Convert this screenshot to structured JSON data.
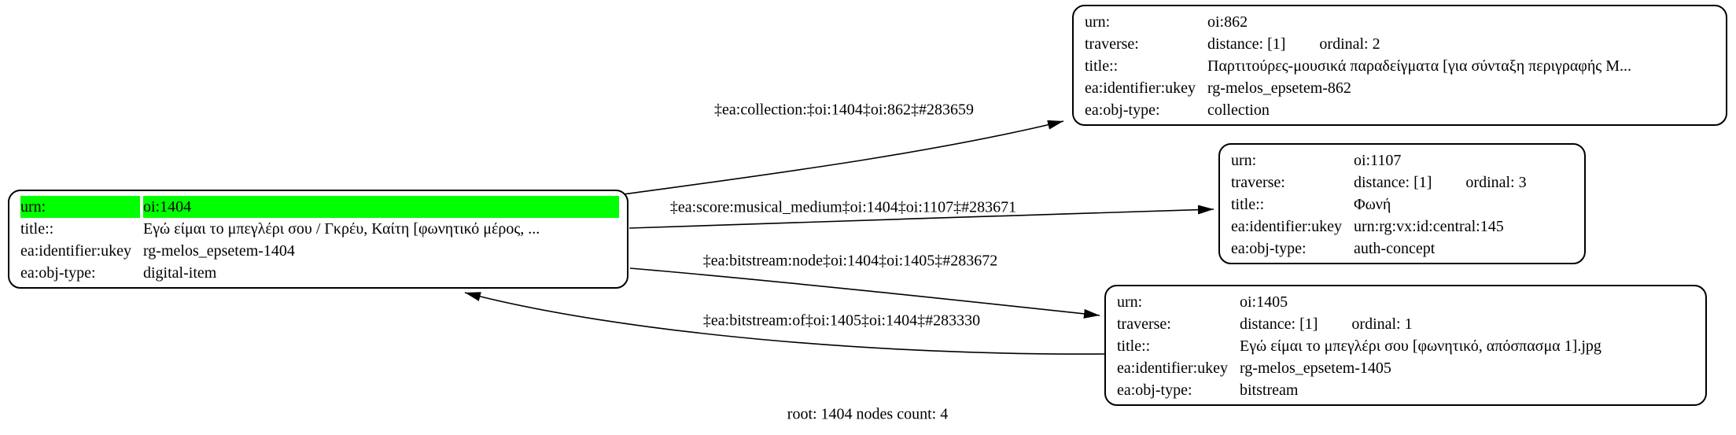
{
  "diagram": {
    "footer": "root: 1404 nodes count: 4",
    "highlight_color": "#00ff00",
    "nodes": {
      "n1404": {
        "rows": {
          "urn": {
            "label": "urn:",
            "value": "oi:1404"
          },
          "title": {
            "label": "title::",
            "value": "Εγώ είμαι το μπεγλέρι σου / Γκρέυ, Καίτη [φωνητικό μέρος, ..."
          },
          "ukey": {
            "label": "ea:identifier:ukey",
            "value": "rg-melos_epsetem-1404"
          },
          "objtype": {
            "label": "ea:obj-type:",
            "value": "digital-item"
          }
        }
      },
      "n862": {
        "rows": {
          "urn": {
            "label": "urn:",
            "value": "oi:862"
          },
          "traverse": {
            "label": "traverse:",
            "distance": "distance: [1]",
            "ordinal": "ordinal: 2"
          },
          "title": {
            "label": "title::",
            "value": "Παρτιτούρες-μουσικά παραδείγματα [για σύνταξη περιγραφής Μ..."
          },
          "ukey": {
            "label": "ea:identifier:ukey",
            "value": "rg-melos_epsetem-862"
          },
          "objtype": {
            "label": "ea:obj-type:",
            "value": "collection"
          }
        }
      },
      "n1107": {
        "rows": {
          "urn": {
            "label": "urn:",
            "value": "oi:1107"
          },
          "traverse": {
            "label": "traverse:",
            "distance": "distance: [1]",
            "ordinal": "ordinal: 3"
          },
          "title": {
            "label": "title::",
            "value": "Φωνή"
          },
          "ukey": {
            "label": "ea:identifier:ukey",
            "value": "urn:rg:vx:id:central:145"
          },
          "objtype": {
            "label": "ea:obj-type:",
            "value": "auth-concept"
          }
        }
      },
      "n1405": {
        "rows": {
          "urn": {
            "label": "urn:",
            "value": "oi:1405"
          },
          "traverse": {
            "label": "traverse:",
            "distance": "distance: [1]",
            "ordinal": "ordinal: 1"
          },
          "title": {
            "label": "title::",
            "value": "Εγώ είμαι το μπεγλέρι σου [φωνητικό, απόσπασμα 1].jpg"
          },
          "ukey": {
            "label": "ea:identifier:ukey",
            "value": "rg-melos_epsetem-1405"
          },
          "objtype": {
            "label": "ea:obj-type:",
            "value": "bitstream"
          }
        }
      }
    },
    "edges": {
      "collection": {
        "label": "‡ea:collection:‡oi:1404‡oi:862‡#283659"
      },
      "score": {
        "label": "‡ea:score:musical_medium‡oi:1404‡oi:1107‡#283671"
      },
      "bitstream_node": {
        "label": "‡ea:bitstream:node‡oi:1404‡oi:1405‡#283672"
      },
      "bitstream_of": {
        "label": "‡ea:bitstream:of‡oi:1405‡oi:1404‡#283330"
      }
    }
  }
}
